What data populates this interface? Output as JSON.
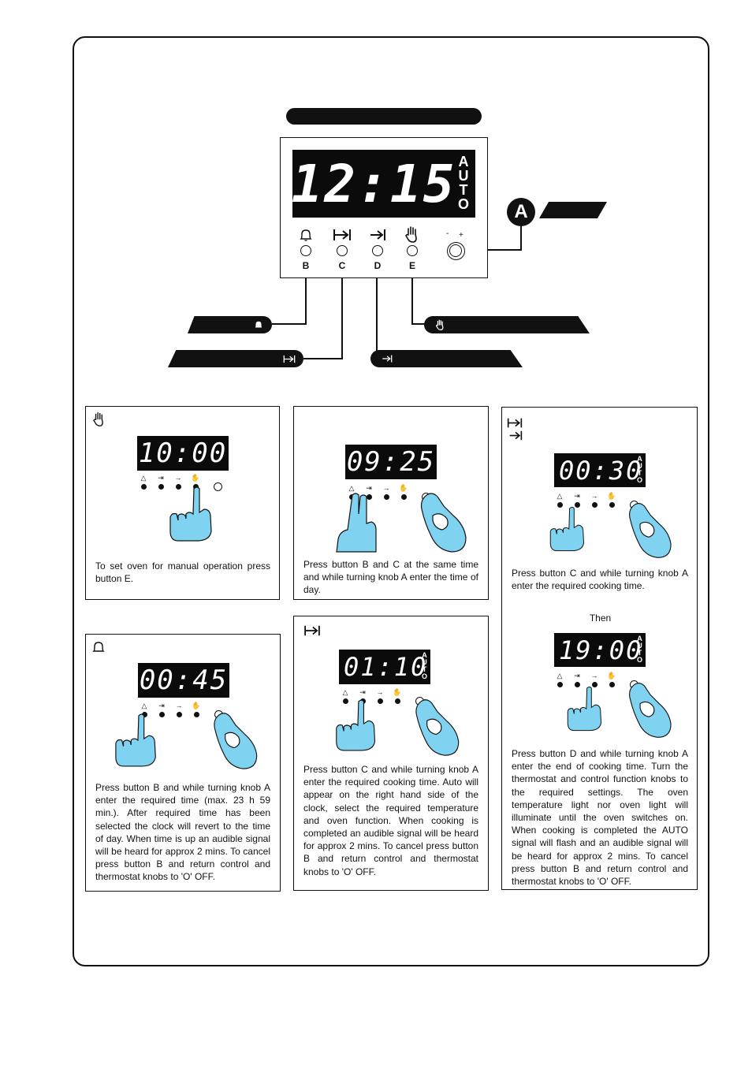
{
  "display": {
    "main_time": "12:15",
    "auto_letters": [
      "A",
      "U",
      "T",
      "O"
    ],
    "knob_minus": "-",
    "knob_plus": "+"
  },
  "buttons": [
    {
      "letter": "B",
      "icon": "bell-icon",
      "glyph": "🔔"
    },
    {
      "letter": "C",
      "icon": "duration-icon",
      "glyph": "⇥"
    },
    {
      "letter": "D",
      "icon": "end-time-icon",
      "glyph": "→|"
    },
    {
      "letter": "E",
      "icon": "manual-hand-icon",
      "glyph": "✋"
    }
  ],
  "knob_label": "A",
  "panels": {
    "manual": {
      "time": "10:00",
      "text": "To set oven for manual operation press button E."
    },
    "clock": {
      "time": "09:25",
      "text": "Press button B and C at the same time and while turning knob A enter the time of day."
    },
    "minute_minder": {
      "time": "00:45",
      "text": "Press button B and while turning knob A enter the required time (max. 23 h 59 min.). After required time has been selected the clock will revert to the time of day. When time is up an audible signal will be heard for approx 2 mins. To cancel press button B and return control and thermostat knobs to 'O' OFF."
    },
    "duration": {
      "time": "01:10",
      "text": "Press button C and while turning knob A enter the required cooking time. Auto will appear on the right hand side of the clock, select the required temperature and oven function. When cooking is completed an audible signal will be heard for approx 2 mins. To cancel press button B and return control and thermostat knobs to 'O' OFF."
    },
    "auto_cooking": {
      "time1": "00:30",
      "text1": "Press button C and while turning knob A enter the required cooking time.",
      "then": "Then",
      "time2": "19:00",
      "text2": "Press button D and while turning knob A enter the end of cooking time. Turn the thermostat and control function knobs to the required settings. The oven temperature light nor oven light will illuminate until the oven switches on. When cooking is completed the AUTO signal will flash and an audible signal will be heard for approx 2 mins. To cancel press button B and return control and thermostat knobs to 'O' OFF."
    }
  },
  "colors": {
    "hand": "#7fd3f0",
    "ink": "#111111"
  }
}
